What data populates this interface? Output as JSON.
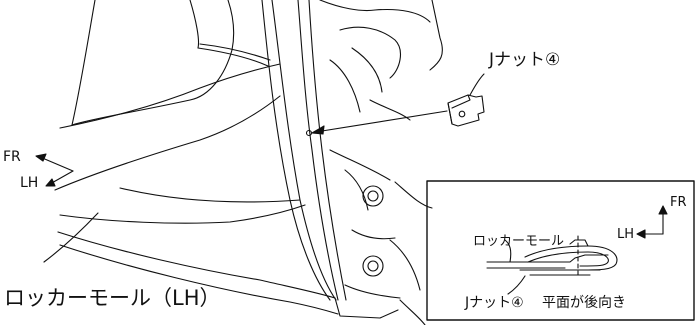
{
  "labels": {
    "j_nut_callout": "Jナット④",
    "rocker_molding_lh": "ロッカーモール（LH）",
    "direction_fr_main": "FR",
    "direction_lh_main": "LH",
    "inset_rocker_molding": "ロッカーモール",
    "inset_j_nut": "Jナット④",
    "inset_note": "平面が後向き",
    "inset_fr": "FR",
    "inset_lh": "LH"
  },
  "colors": {
    "line": "#111111",
    "background": "#ffffff"
  }
}
